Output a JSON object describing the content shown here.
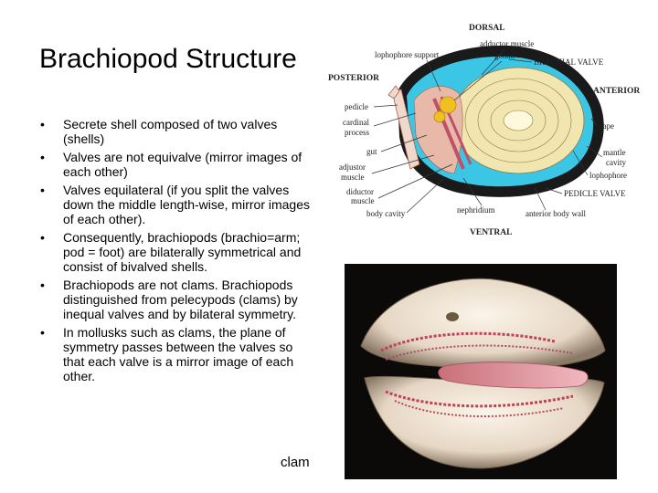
{
  "title": "Brachiopod Structure",
  "bullets": [
    "Secrete shell composed of two valves (shells)",
    "Valves are not equivalve (mirror images of each other)",
    "Valves equilateral (if you split the valves down the middle length-wise,  mirror images of each other).",
    " Consequently, brachiopods (brachio=arm; pod = foot) are bilaterally symmetrical and consist of bivalved shells.",
    "Brachiopods are not clams. Brachiopods distinguished from pelecypods (clams) by inequal valves and by bilateral symmetry.",
    "In mollusks such as clams, the plane of symmetry passes between the valves so that each valve is a mirror image of each other."
  ],
  "caption": "clam",
  "diagram": {
    "labels": {
      "dorsal": "DORSAL",
      "adductor": "adductor muscle",
      "lophophore_support": "lophophore support",
      "gonad": "gonad",
      "brachial_valve": "BRACHIAL VALVE",
      "posterior": "POSTERIOR",
      "anterior": "ANTERIOR",
      "pedicle": "pedicle",
      "cardinal": "cardinal",
      "process": "process",
      "gape": "gape",
      "gut": "gut",
      "mantle": "mantle",
      "cavity": "cavity",
      "adjustor": "adjustor",
      "muscle_a": "muscle",
      "lophophore": "lophophore",
      "diductor": "diductor",
      "muscle_d": "muscle",
      "pedicle_valve": "PEDICLE VALVE",
      "nephridium": "nephridium",
      "body_cavity": "body cavity",
      "anterior_body_wall": "anterior body wall",
      "ventral": "VENTRAL"
    }
  },
  "colors": {
    "shell": "#1a1a1a",
    "mantle_cavity": "#3cc6e6",
    "tissue": "#e8b8a8",
    "lophophore": "#f2e6b0",
    "gonad": "#f0c020"
  }
}
